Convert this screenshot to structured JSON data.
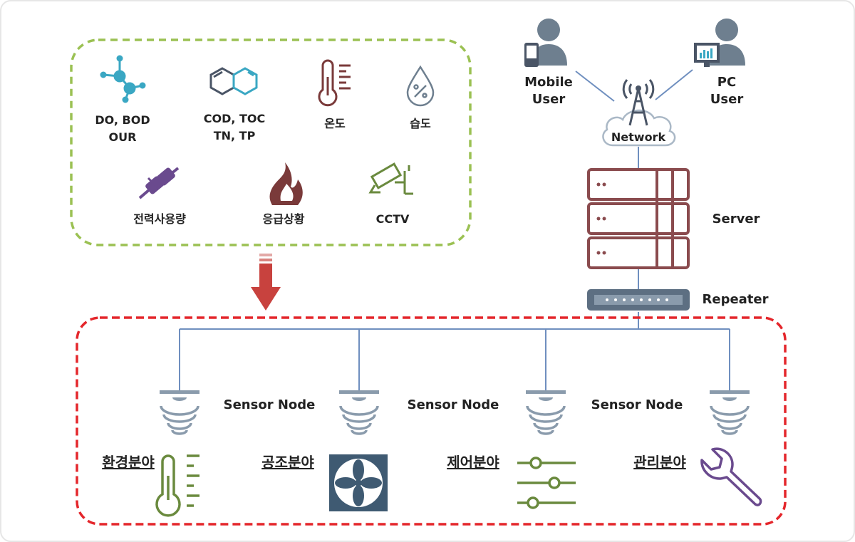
{
  "sensors": {
    "do_bod": {
      "line1": "DO, BOD",
      "line2": "OUR",
      "icon": "molecule-icon"
    },
    "cod_toc": {
      "line1": "COD, TOC",
      "line2": "TN, TP",
      "icon": "benzene-ring-icon"
    },
    "temperature": {
      "label": "온도",
      "icon": "thermometer-icon"
    },
    "humidity": {
      "label": "습도",
      "icon": "humidity-drop-icon"
    },
    "power": {
      "label": "전력사용량",
      "icon": "power-plug-icon"
    },
    "emergency": {
      "label": "응급상황",
      "icon": "fire-icon"
    },
    "cctv": {
      "label": "CCTV",
      "icon": "cctv-camera-icon"
    }
  },
  "network": {
    "mobile_user": {
      "line1": "Mobile",
      "line2": "User",
      "icon": "mobile-user-icon"
    },
    "pc_user": {
      "line1": "PC",
      "line2": "User",
      "icon": "pc-user-icon"
    },
    "cloud": {
      "label": "Network",
      "icon": "antenna-cloud-icon"
    },
    "server": {
      "label": "Server",
      "icon": "server-rack-icon"
    },
    "repeater": {
      "label": "Repeater",
      "icon": "repeater-icon"
    }
  },
  "sensor_node_label": "Sensor Node",
  "fields": [
    {
      "label": "환경분야",
      "icon": "thermometer-icon"
    },
    {
      "label": "공조분야",
      "icon": "fan-icon"
    },
    {
      "label": "제어분야",
      "icon": "sliders-icon"
    },
    {
      "label": "관리분야",
      "icon": "wrench-icon"
    }
  ],
  "colors": {
    "sensor_box_border": "#9bc153",
    "field_box_border": "#e4262b",
    "arrow": "#c8423e",
    "server": "#8a4b4e",
    "line": "#6f8fbf",
    "icon_gray": "#6e7f8f",
    "teal": "#3aa7c3",
    "purple": "#6a4a8e",
    "olive": "#6a8a3e",
    "dark_red": "#7a3a3a"
  }
}
